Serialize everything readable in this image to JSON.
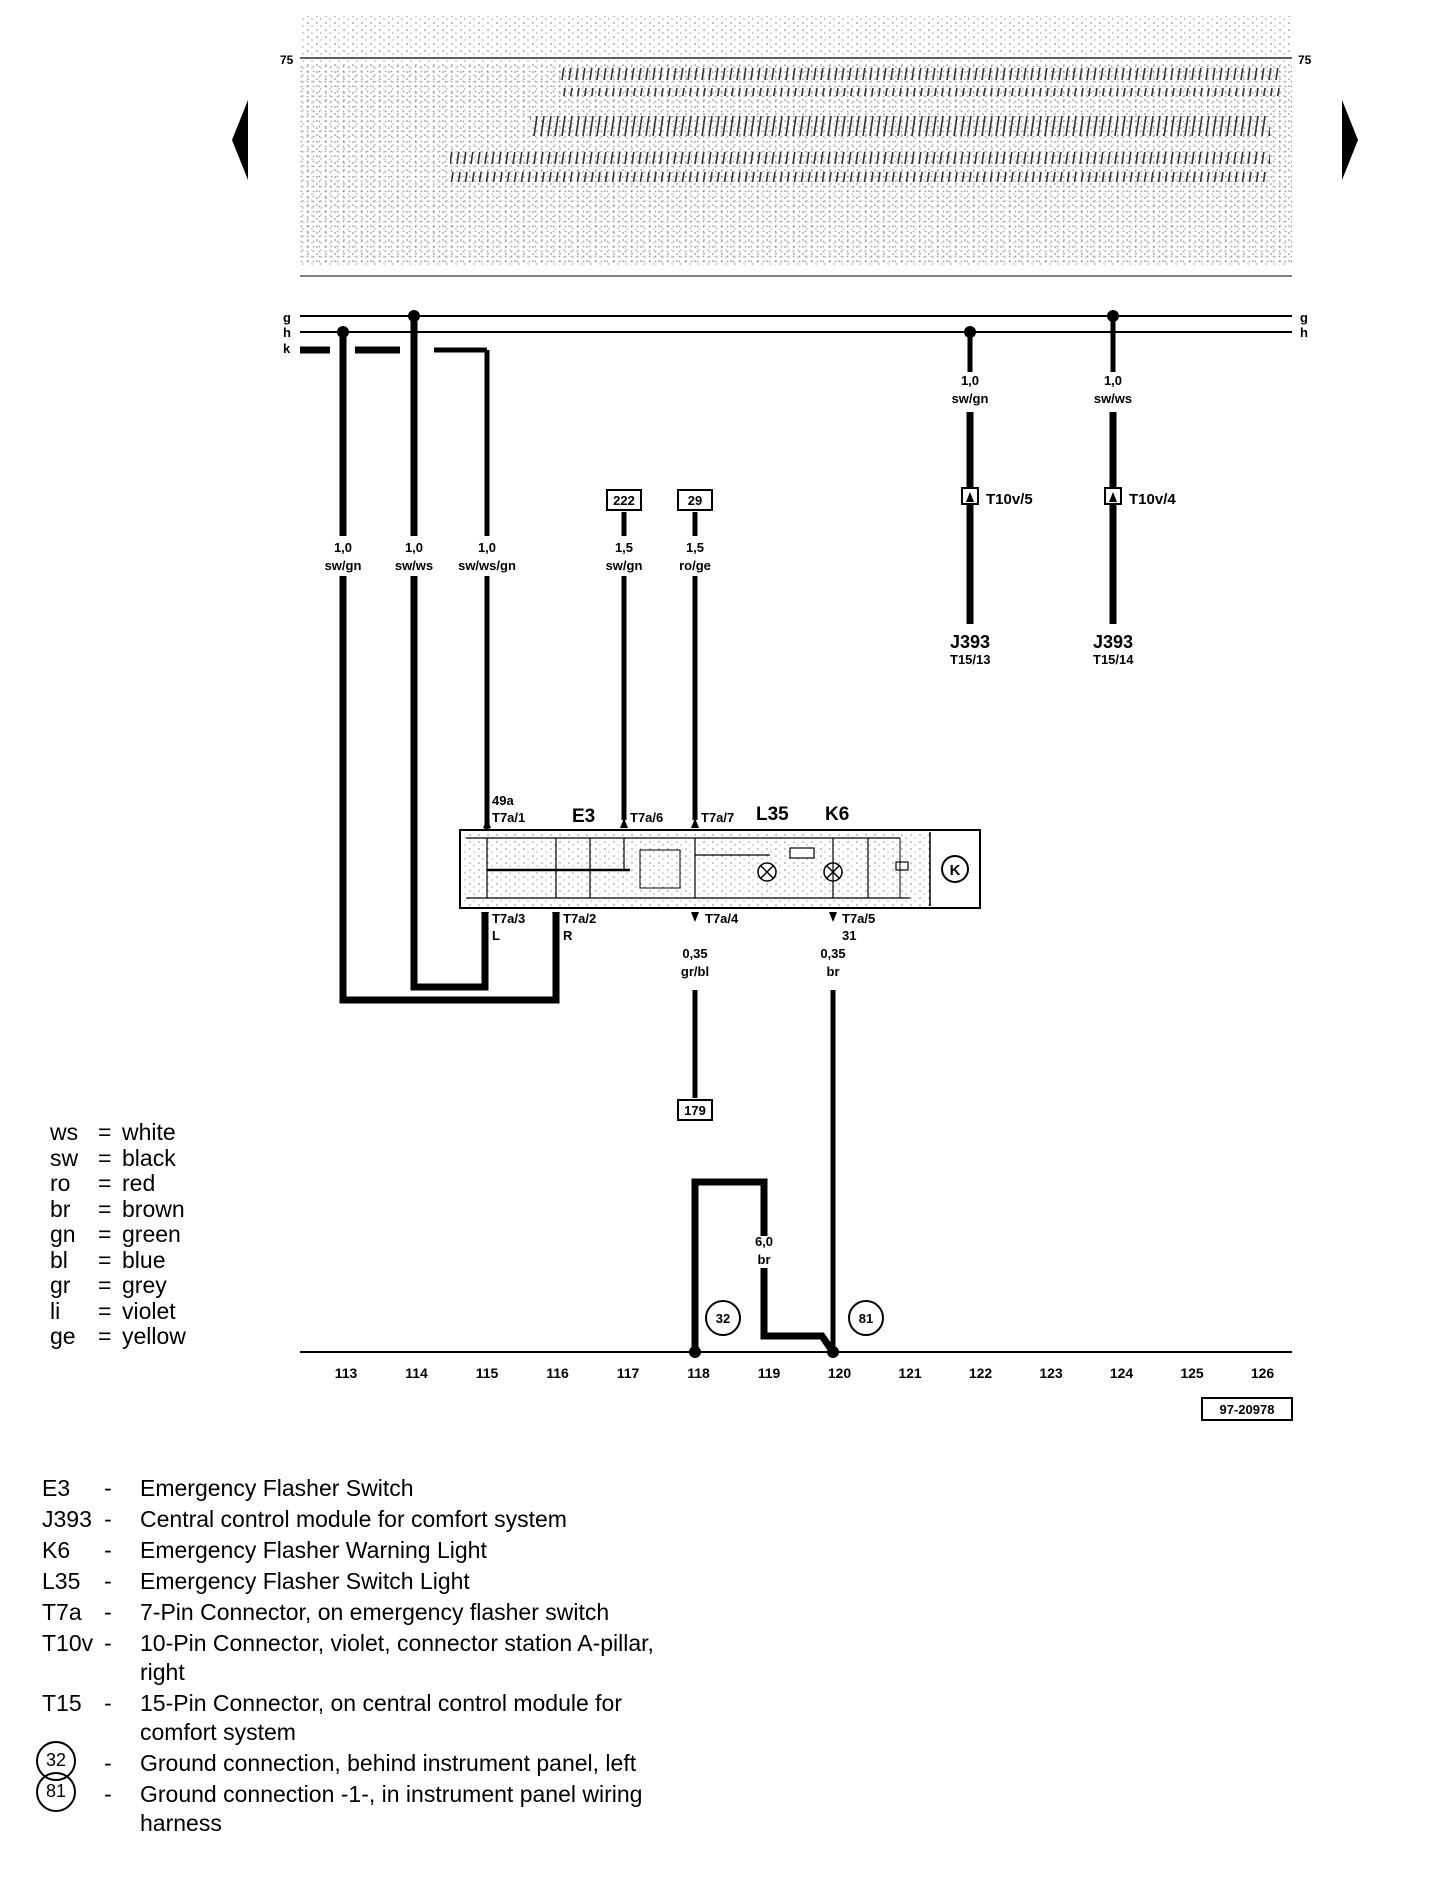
{
  "nav": {
    "prev_arrow": "previous-page",
    "next_arrow": "next-page"
  },
  "bus_labels": {
    "top_left": "75",
    "top_right": "75",
    "g": "g",
    "h": "h",
    "k": "k"
  },
  "wires": [
    {
      "id": "w1",
      "size": "1,0",
      "color": "sw/gn"
    },
    {
      "id": "w2",
      "size": "1,0",
      "color": "sw/ws"
    },
    {
      "id": "w3",
      "size": "1,0",
      "color": "sw/ws/gn"
    },
    {
      "id": "w4",
      "size": "1,5",
      "color": "sw/gn"
    },
    {
      "id": "w5",
      "size": "1,5",
      "color": "ro/ge"
    },
    {
      "id": "w6",
      "size": "1,0",
      "color": "sw/gn"
    },
    {
      "id": "w7",
      "size": "1,0",
      "color": "sw/ws"
    },
    {
      "id": "w8",
      "size": "0,35",
      "color": "gr/bl"
    },
    {
      "id": "w9",
      "size": "0,35",
      "color": "br"
    },
    {
      "id": "w10",
      "size": "6,0",
      "color": "br"
    }
  ],
  "refs": {
    "r222": "222",
    "r29": "29",
    "r179": "179"
  },
  "connectors": {
    "t10v5": "T10v/5",
    "t10v4": "T10v/4",
    "j393a": "J393",
    "t1513": "T15/13",
    "j393b": "J393",
    "t1514": "T15/14"
  },
  "switch_block": {
    "e3": "E3",
    "l35": "L35",
    "k6": "K6",
    "k_symbol": "K",
    "pin_49a": "49a",
    "t7a1": "T7a/1",
    "t7a6": "T7a/6",
    "t7a7": "T7a/7",
    "t7a3": "T7a/3",
    "t7a2": "T7a/2",
    "t7a4": "T7a/4",
    "t7a5": "T7a/5",
    "l": "L",
    "r": "R",
    "p31": "31"
  },
  "grounds": {
    "g32": "32",
    "g81": "81"
  },
  "columns": [
    "113",
    "114",
    "115",
    "116",
    "117",
    "118",
    "119",
    "120",
    "121",
    "122",
    "123",
    "124",
    "125",
    "126"
  ],
  "figure_id": "97-20978",
  "color_legend": [
    {
      "code": "ws",
      "name": "white"
    },
    {
      "code": "sw",
      "name": "black"
    },
    {
      "code": "ro",
      "name": "red"
    },
    {
      "code": "br",
      "name": "brown"
    },
    {
      "code": "gn",
      "name": "green"
    },
    {
      "code": "bl",
      "name": "blue"
    },
    {
      "code": "gr",
      "name": "grey"
    },
    {
      "code": "li",
      "name": "violet"
    },
    {
      "code": "ge",
      "name": "yellow"
    }
  ],
  "parts_legend": [
    {
      "code": "E3",
      "desc": "Emergency Flasher Switch"
    },
    {
      "code": "J393",
      "desc": "Central control module for comfort system"
    },
    {
      "code": "K6",
      "desc": "Emergency Flasher Warning Light"
    },
    {
      "code": "L35",
      "desc": "Emergency Flasher Switch Light"
    },
    {
      "code": "T7a",
      "desc": "7-Pin Connector, on emergency flasher switch"
    },
    {
      "code": "T10v",
      "desc": "10-Pin Connector, violet, connector station A-pillar, right"
    },
    {
      "code": "T15",
      "desc": "15-Pin Connector, on central control module for comfort system"
    },
    {
      "code": "32",
      "desc": "Ground connection, behind instrument panel, left"
    },
    {
      "code": "81",
      "desc": "Ground connection -1-, in instrument panel wiring harness"
    }
  ]
}
